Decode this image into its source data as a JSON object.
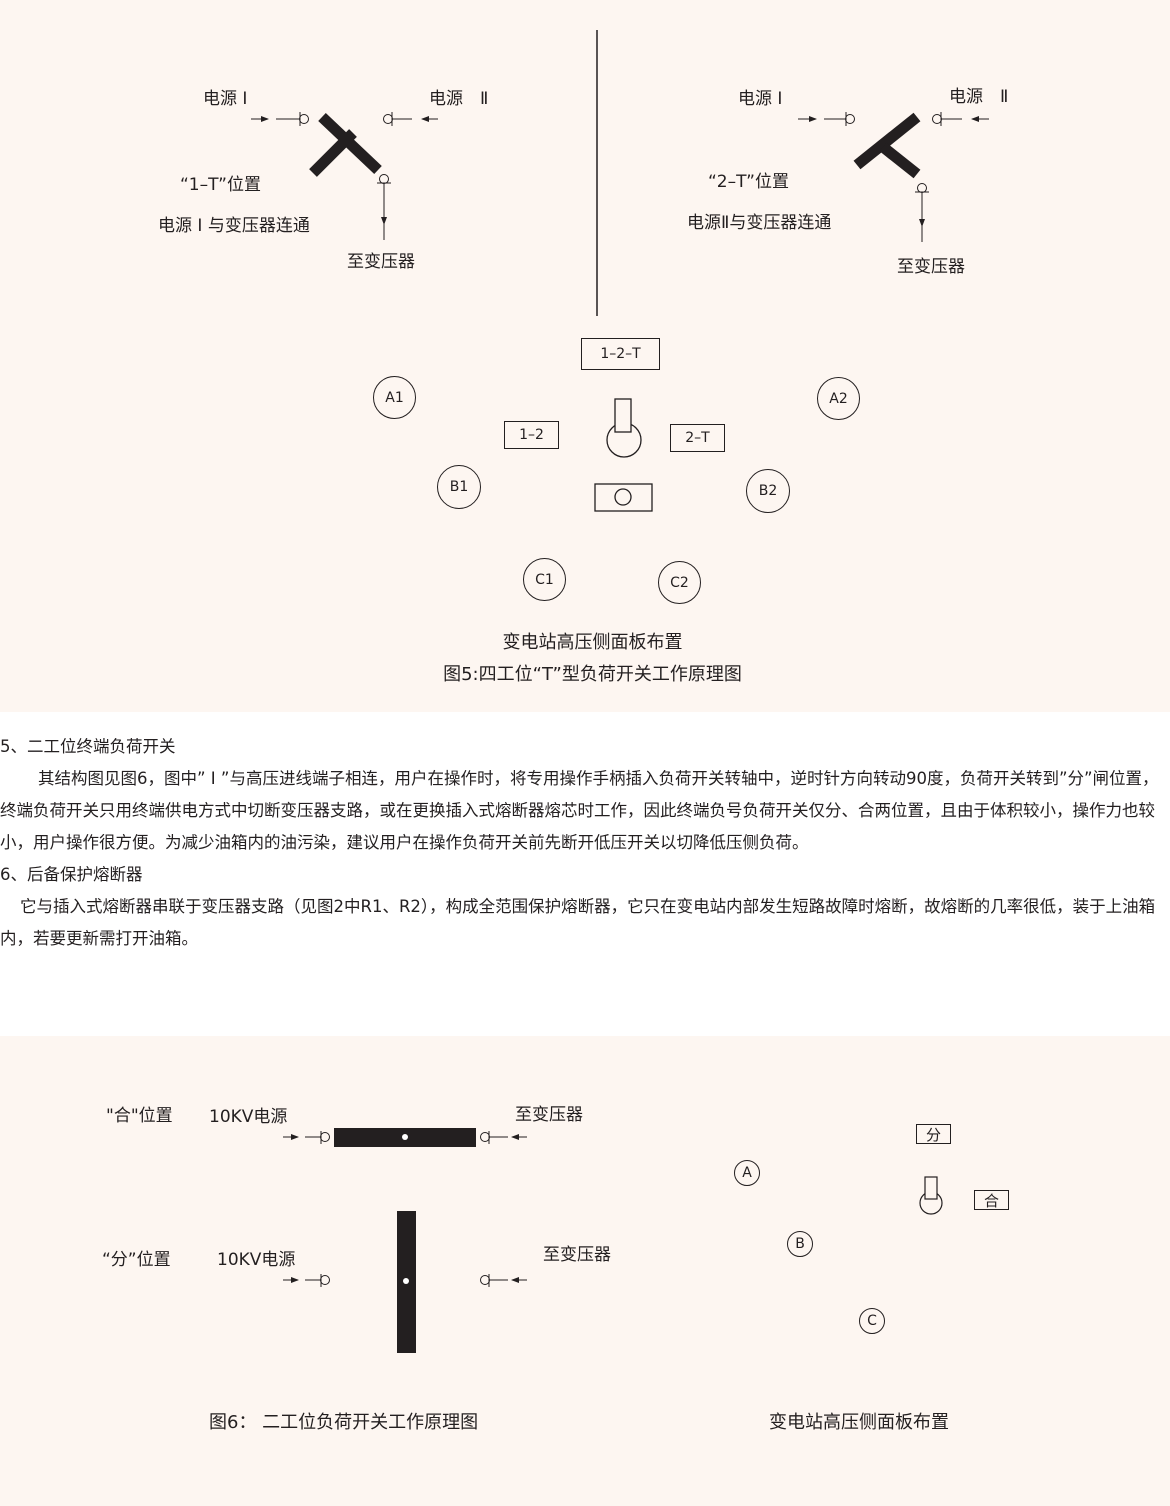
{
  "fig5": {
    "left": {
      "src1": "电源 Ⅰ",
      "src2": "电源　Ⅱ",
      "position": "“1–T”位置",
      "desc": "电源 Ⅰ 与变压器连通",
      "to_transformer": "至变压器"
    },
    "right": {
      "src1": "电源 Ⅰ",
      "src2": "电源　Ⅱ",
      "position": "“2–T”位置",
      "desc": "电源Ⅱ与变压器连通",
      "to_transformer": "至变压器"
    },
    "panel": {
      "top_box": "1–2–T",
      "left_box": "1–2",
      "right_box": "2–T",
      "A1": "A1",
      "A2": "A2",
      "B1": "B1",
      "B2": "B2",
      "C1": "C1",
      "C2": "C2"
    },
    "caption_line1": "变电站高压侧面板布置",
    "caption_line2": "图5:四工位“T”型负荷开关工作原理图"
  },
  "text": {
    "h5": "5、二工位终端负荷开关",
    "p5": "其结构图见图6，图中” Ⅰ ”与高压进线端子相连，用户在操作时，将专用操作手柄插入负荷开关转轴中，逆时针方向转动90度，负荷开关转到”分”闸位置，终端负荷开关只用终端供电方式中切断变压器支路，或在更换插入式熔断器熔芯时工作，因此终端负号负荷开关仅分、合两位置，且由于体积较小，操作力也较小，用户操作很方便。为减少油箱内的油污染，建议用户在操作负荷开关前先断开低压开关以切降低压侧负荷。",
    "h6": "6、后备保护熔断器",
    "p6": "它与插入式熔断器串联于变压器支路（见图2中R1、R2），构成全范围保护熔断器，它只在变电站内部发生短路故障时熔断，故熔断的几率很低，装于上油箱内，若要更新需打开油箱。"
  },
  "fig6": {
    "closed_label": "\"合\"位置",
    "closed_src": "10KV电源",
    "closed_to": "至变压器",
    "open_label": "“分”位置",
    "open_src": "10KV电源",
    "open_to": "至变压器",
    "panel": {
      "fen": "分",
      "he": "合",
      "A": "A",
      "B": "B",
      "C": "C"
    },
    "caption": "图6：  二工位负荷开关工作原理图",
    "panel_caption": "变电站高压侧面板布置"
  }
}
